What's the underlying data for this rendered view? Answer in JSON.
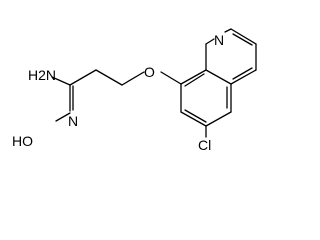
{
  "molecule": {
    "atoms": {
      "amine": "H2N",
      "ether_oxygen": "O",
      "ring_nitrogen": "N",
      "chlorine": "Cl",
      "oxime": "HO",
      "imine_nitrogen": "N"
    }
  }
}
